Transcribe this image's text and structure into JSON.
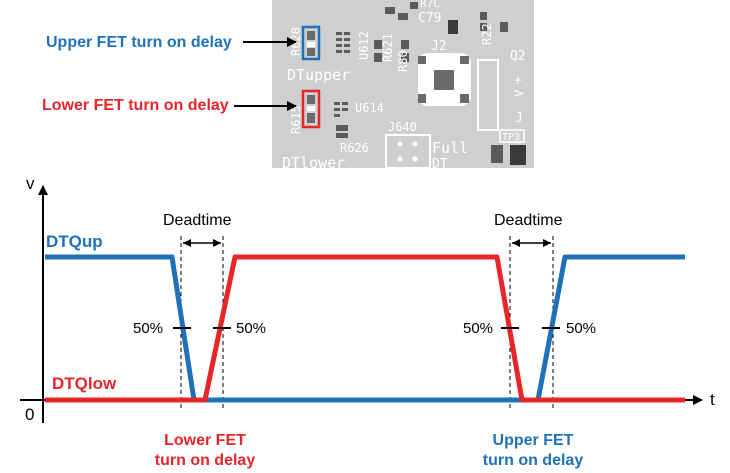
{
  "callouts": {
    "upper_fet_label": "Upper FET turn on delay",
    "lower_fet_label": "Lower FET turn on delay"
  },
  "pcb": {
    "refdes": {
      "r620": "R620",
      "u612": "U612",
      "r621": "R621",
      "r80": "R80",
      "c79": "C79",
      "j2": "J2",
      "q2": "Q2",
      "r615": "R615",
      "u614": "U614",
      "j640": "J640",
      "r626": "R626",
      "dt_upper": "DTupper",
      "dt_lower": "DTlower",
      "full": "Full",
      "dt": "DT",
      "tp3": "TP3",
      "j_right": "J",
      "v_right": "V",
      "plus": "+",
      "top_frag": "R7C",
      "r22_frag": "R22"
    }
  },
  "timing": {
    "axis_v": "v",
    "axis_t": "t",
    "zero": "0",
    "deadtime_left": "Deadtime",
    "deadtime_right": "Deadtime",
    "signal_up": "DTQup",
    "signal_low": "DTQlow",
    "pct_1": "50%",
    "pct_2": "50%",
    "pct_3": "50%",
    "pct_4": "50%",
    "bottom_left_line1": "Lower FET",
    "bottom_left_line2": "turn on delay",
    "bottom_right_line1": "Upper FET",
    "bottom_right_line2": "turn on delay"
  },
  "colors": {
    "blue": "#1f72b8",
    "red": "#e8262a",
    "pcb_bg": "#cfcfcf",
    "silk": "#ffffff",
    "pad": "#6a6a6a",
    "dark": "#3a3a3a"
  }
}
